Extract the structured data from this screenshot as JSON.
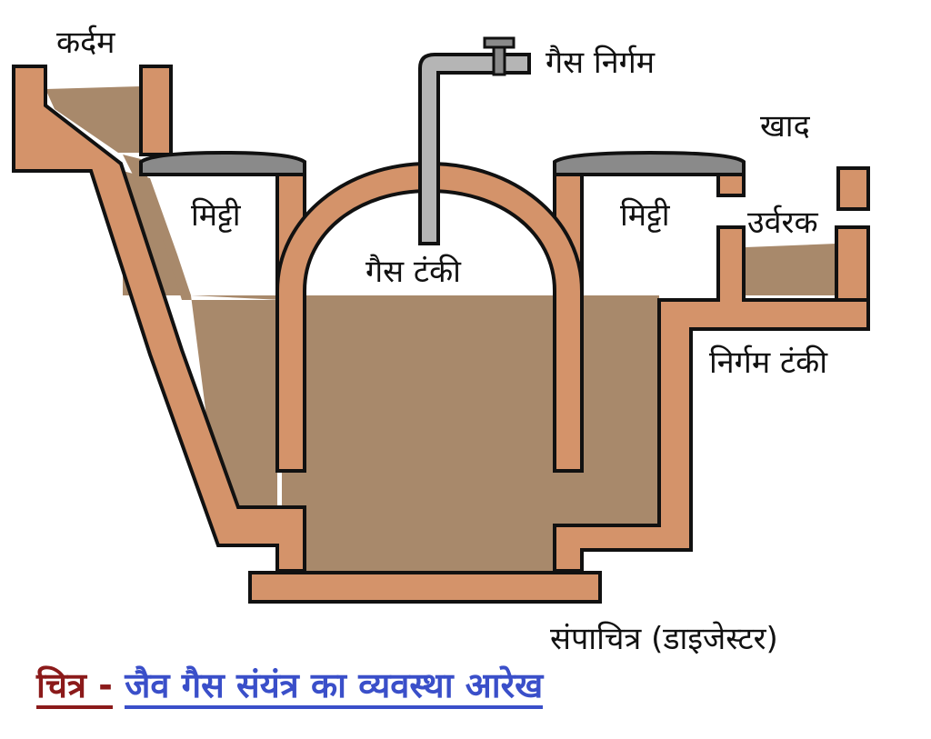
{
  "labels": {
    "inlet": "कर्दम",
    "gas_outlet": "गैस निर्गम",
    "manure": "खाद",
    "soil_left": "मिट्टी",
    "soil_right": "मिट्टी",
    "fertilizer": "उर्वरक",
    "gas_tank": "गैस टंकी",
    "outlet_tank": "निर्गम टंकी",
    "digester": "संपाचित्र (डाइजेस्टर)"
  },
  "caption": {
    "prefix": "चित्र -",
    "text": "जैव गैस संयंत्र का व्यवस्था आरेख"
  },
  "colors": {
    "wall": "#d4936a",
    "slurry": "#a8896b",
    "outline": "#111111",
    "lid": "#8a8a8a",
    "pipe": "#b5b5b5",
    "caption_prefix": "#8b1a1a",
    "caption_text": "#3a4fc9"
  }
}
